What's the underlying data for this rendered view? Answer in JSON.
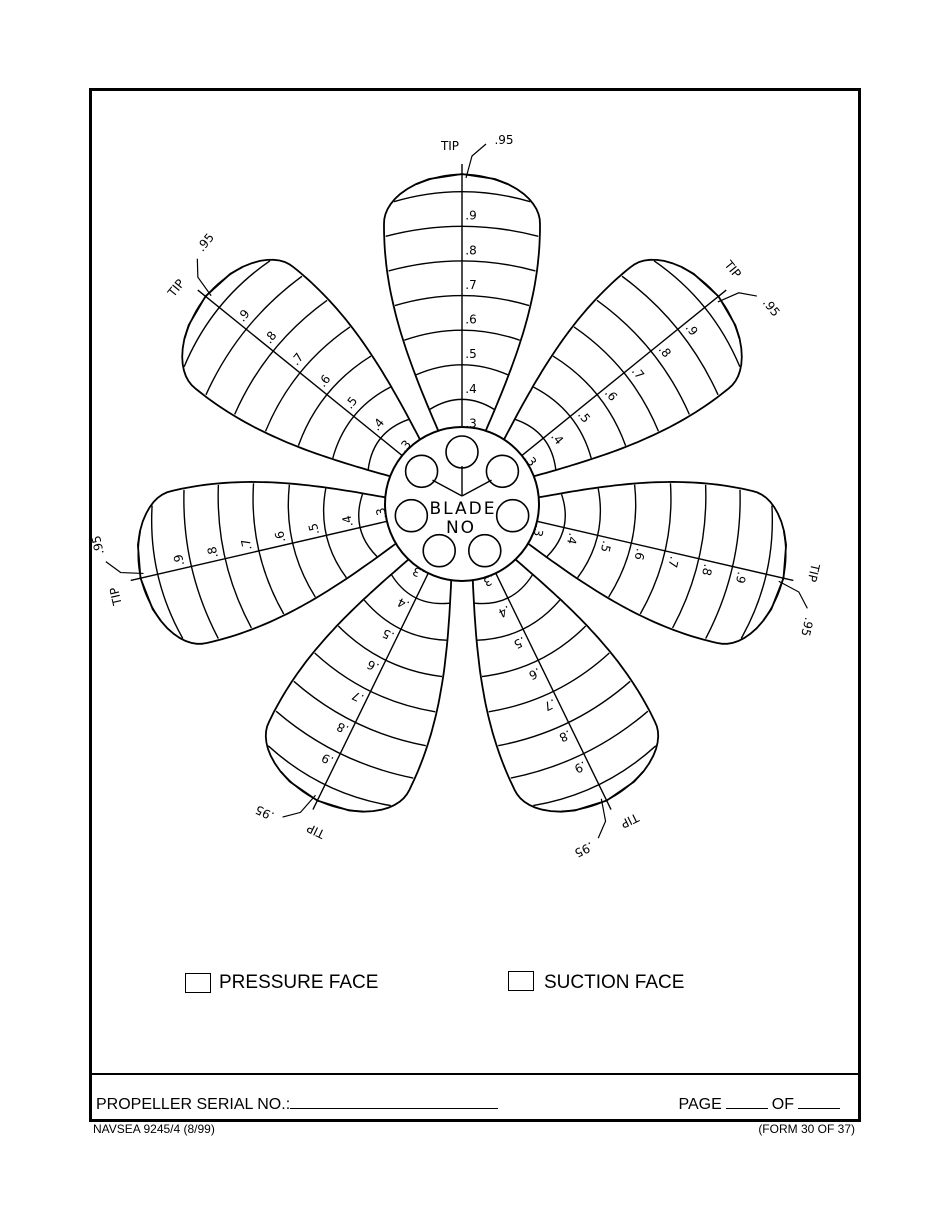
{
  "diagram": {
    "hub_label_line1": "BLADE",
    "hub_label_line2": "NO",
    "tip_label": "TIP",
    "tip_station": ".95",
    "stations": [
      ".3",
      ".4",
      ".5",
      ".6",
      ".7",
      ".8",
      ".9"
    ],
    "blade_count": 7,
    "blade_angles_deg": [
      -90,
      -39,
      13,
      64,
      116,
      167,
      -141
    ]
  },
  "face_options": {
    "pressure": {
      "label": "PRESSURE FACE",
      "checked": false
    },
    "suction": {
      "label": "SUCTION FACE",
      "checked": false
    }
  },
  "footer": {
    "serial_label": "PROPELLER SERIAL NO.:",
    "page_label": "PAGE",
    "of_label": "OF",
    "form_id": "NAVSEA 9245/4 (8/99)",
    "form_count": "(FORM 30 OF 37)"
  }
}
